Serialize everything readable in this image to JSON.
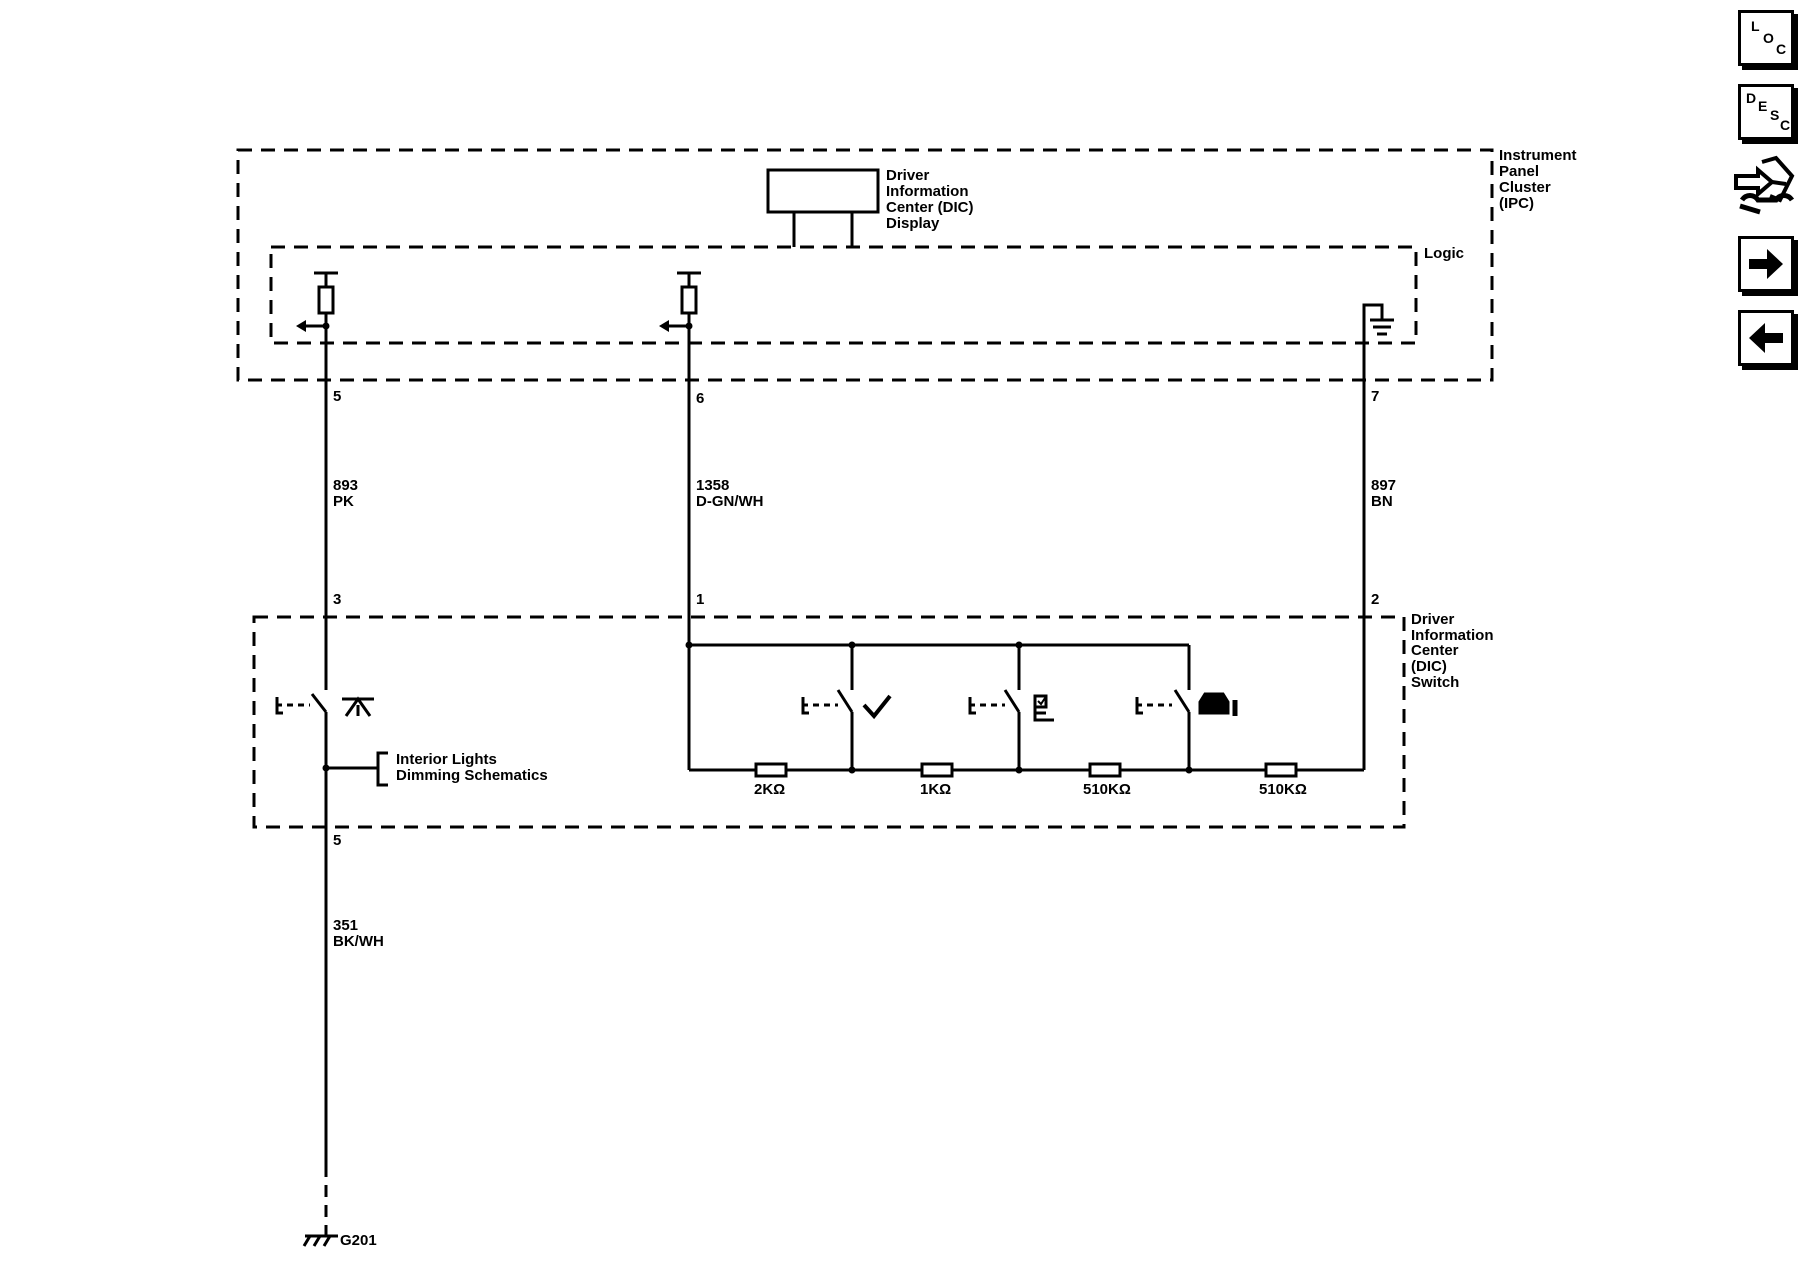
{
  "nav": {
    "loc": [
      "L",
      "O",
      "C"
    ],
    "desc": [
      "D",
      "E",
      "S",
      "C"
    ],
    "connector_icon": "connector-end-view-icon",
    "next_icon": "arrow-right-icon",
    "prev_icon": "arrow-left-icon"
  },
  "ipc": {
    "label_lines": [
      "Instrument",
      "Panel",
      "Cluster",
      "(IPC)"
    ]
  },
  "dic_display": {
    "label_lines": [
      "Driver",
      "Information",
      "Center (DIC)",
      "Display"
    ]
  },
  "logic": {
    "label": "Logic"
  },
  "dic_switch": {
    "label_lines": [
      "Driver",
      "Information",
      "Center",
      "(DIC)",
      "Switch"
    ]
  },
  "circuits": {
    "left": {
      "pin_top": "5",
      "pin_bottom": "3",
      "circuit": "893",
      "color": "PK"
    },
    "middle": {
      "pin_top": "6",
      "pin_bottom": "1",
      "circuit": "1358",
      "color": "D-GN/WH"
    },
    "right": {
      "pin_top": "7",
      "pin_bottom": "2",
      "circuit": "897",
      "color": "BN"
    },
    "ground": {
      "pin": "5",
      "circuit": "351",
      "color": "BK/WH",
      "ground_id": "G201"
    }
  },
  "interior_lights": {
    "label_lines": [
      "Interior Lights",
      "Dimming Schematics"
    ]
  },
  "resistors": [
    "2KΩ",
    "1KΩ",
    "510KΩ",
    "510KΩ"
  ],
  "switch_icons": [
    "dimmer-icon",
    "checkmark-icon",
    "trip-reset-icon",
    "vehicle-info-icon"
  ]
}
